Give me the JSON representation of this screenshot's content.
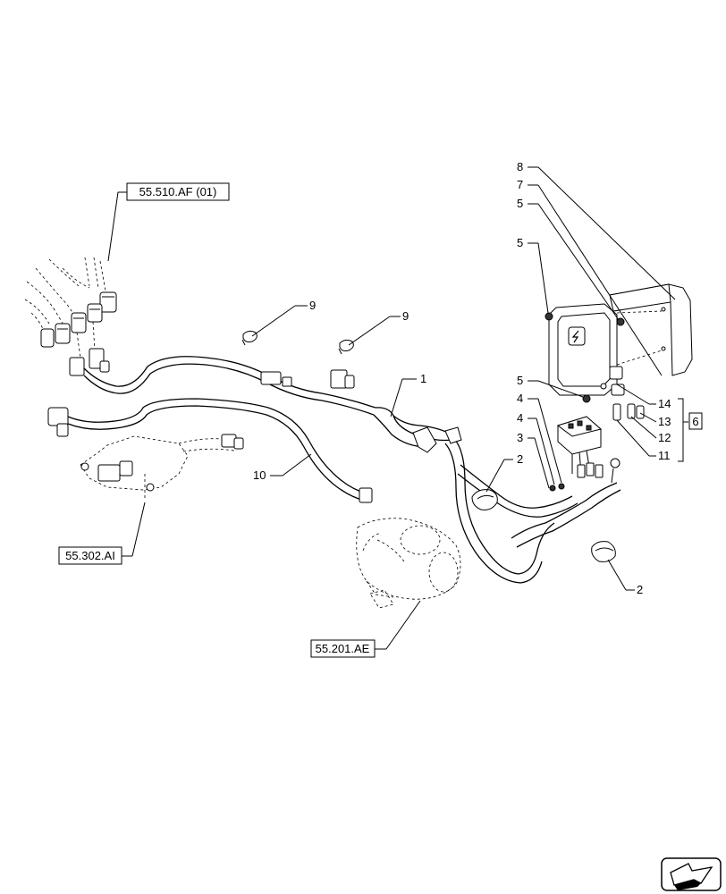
{
  "references": {
    "r1": "55.510.AF (01)",
    "r2": "55.302.AI",
    "r3": "55.201.AE"
  },
  "callouts": {
    "c1": "1",
    "c2a": "2",
    "c2b": "2",
    "c3": "3",
    "c4a": "4",
    "c4b": "4",
    "c5a": "5",
    "c5b": "5",
    "c5c": "5",
    "c6": "6",
    "c7": "7",
    "c8": "8",
    "c9a": "9",
    "c9b": "9",
    "c10": "10",
    "c11": "11",
    "c12": "12",
    "c13": "13",
    "c14": "14"
  },
  "icons": {
    "nav": "next-page-arrow-icon",
    "module": "electrical-bolt-icon"
  }
}
